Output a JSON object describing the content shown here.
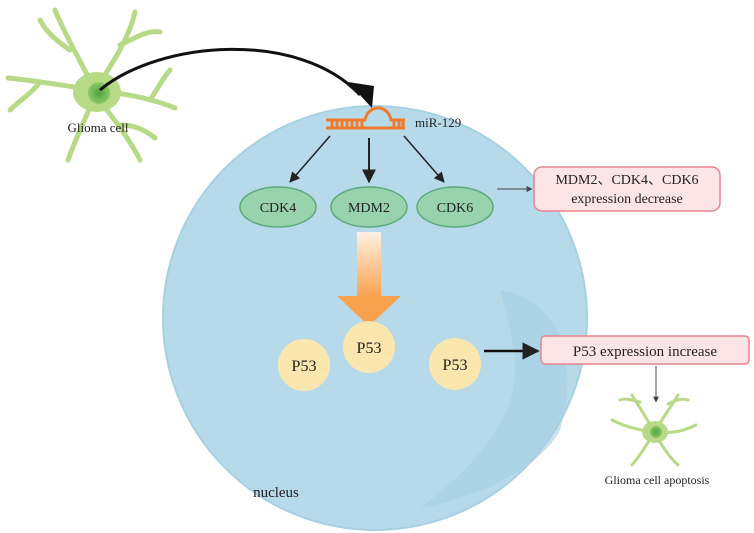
{
  "glioma_cell_label": "Glioma cell",
  "mirna_label": "miR-129",
  "targets": [
    "CDK4",
    "MDM2",
    "CDK6"
  ],
  "p53_label": "P53",
  "nucleus_label": "nucleus",
  "result_boxes": {
    "decrease_line1": "MDM2、CDK4、CDK6",
    "decrease_line2": "expression decrease",
    "increase": "P53 expression increase"
  },
  "apoptosis_label": "Glioma cell apoptosis",
  "colors": {
    "nucleus": "#b6daea",
    "nucleus_edge": "#a8d0e3",
    "target_fill": "#98d3ae",
    "target_stroke": "#5aa97a",
    "p53_fill": "#fbe6ad",
    "result_fill": "#fde5e7",
    "result_stroke": "#e8838d",
    "mirna": "#f07a2a",
    "cell_body": "#b7da86",
    "cell_nucleus": "#5fb04a"
  }
}
